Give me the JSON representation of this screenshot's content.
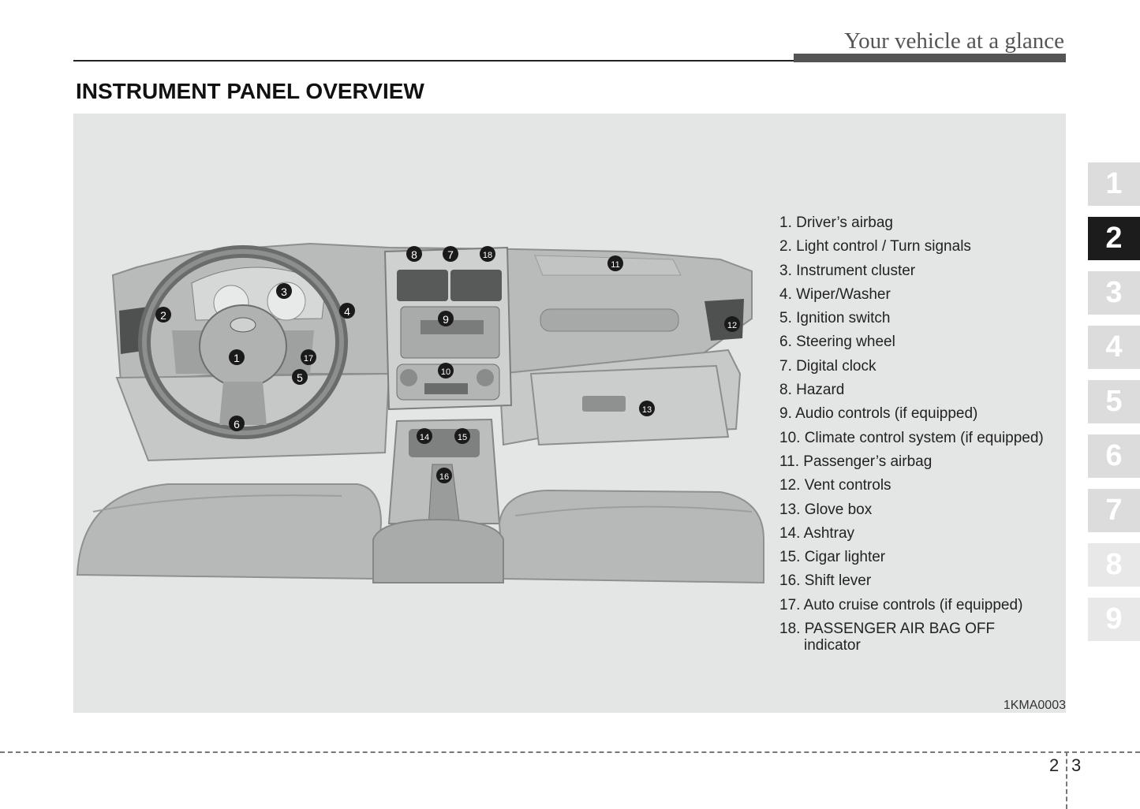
{
  "header": {
    "section_title": "Your vehicle at a glance"
  },
  "page_title": "INSTRUMENT PANEL OVERVIEW",
  "figure": {
    "code": "1KMA0003",
    "callouts": [
      "1",
      "2",
      "3",
      "4",
      "5",
      "6",
      "7",
      "8",
      "9",
      "10",
      "11",
      "12",
      "13",
      "14",
      "15",
      "16",
      "17",
      "18"
    ],
    "legend": [
      "1. Driver’s airbag",
      "2. Light control / Turn signals",
      "3. Instrument cluster",
      "4. Wiper/Washer",
      "5. Ignition switch",
      "6. Steering wheel",
      "7. Digital clock",
      "8. Hazard",
      "9. Audio controls (if equipped)",
      "10. Climate control system (if equipped)",
      "11. Passenger’s airbag",
      "12. Vent controls",
      "13. Glove box",
      "14. Ashtray",
      "15. Cigar lighter",
      "16. Shift lever",
      "17. Auto cruise controls (if equipped)",
      "18. PASSENGER AIR BAG OFF",
      "indicator"
    ]
  },
  "chapter_tabs": [
    "1",
    "2",
    "3",
    "4",
    "5",
    "6",
    "7",
    "8",
    "9"
  ],
  "active_tab": "2",
  "page_numbers": {
    "left": "2",
    "right": "3"
  },
  "colors": {
    "panel_bg": "#e4e5e5",
    "active_tab": "#1c1c1c",
    "inactive_tab": "#dcdcdc",
    "header_bar": "#555555"
  }
}
